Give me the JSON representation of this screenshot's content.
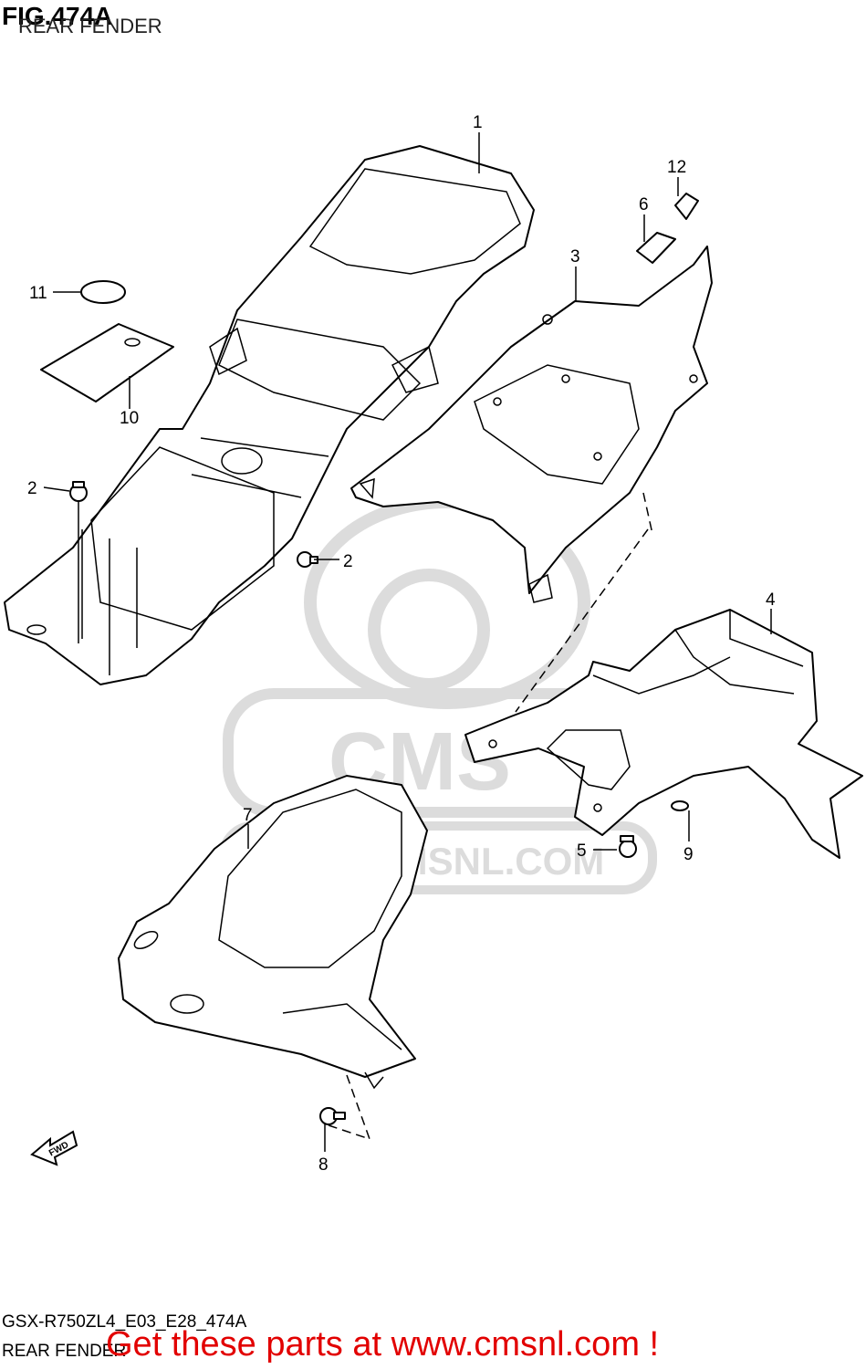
{
  "figure": {
    "title": "FIG.474A",
    "subtitle": "REAR FENDER"
  },
  "callouts": [
    "1",
    "2",
    "2",
    "3",
    "4",
    "5",
    "6",
    "7",
    "8",
    "9",
    "10",
    "11",
    "12"
  ],
  "watermark": {
    "brand": "CMS",
    "url": "WWW.CMSNL.COM"
  },
  "footer": {
    "model_code": "GSX-R750ZL4_E03_E28_474A",
    "section_name": "REAR FENDER",
    "promo": "Get these parts at www.cmsnl.com !"
  },
  "forward_arrow": "FWD",
  "colors": {
    "line": "#000000",
    "watermark": "#dcdcdc",
    "promo": "#e20000"
  }
}
